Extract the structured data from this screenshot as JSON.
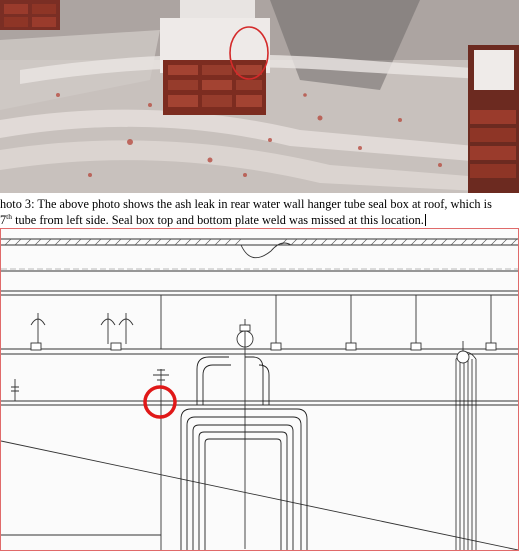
{
  "photo": {
    "icon": "roof-seal-box-photo",
    "marker_color": "#d42a2a"
  },
  "caption": {
    "line1": "hoto 3: The above photo shows the ash leak in rear water wall hanger tube seal box at roof, which is",
    "line2_prefix": "7",
    "line2_sup": "th",
    "line2_rest": " tube from left side. Seal box top and bottom plate weld was missed at this location."
  },
  "drawing": {
    "icon": "hanger-tube-schematic",
    "marker_color": "#e01818",
    "border_color": "#e06a6a"
  }
}
